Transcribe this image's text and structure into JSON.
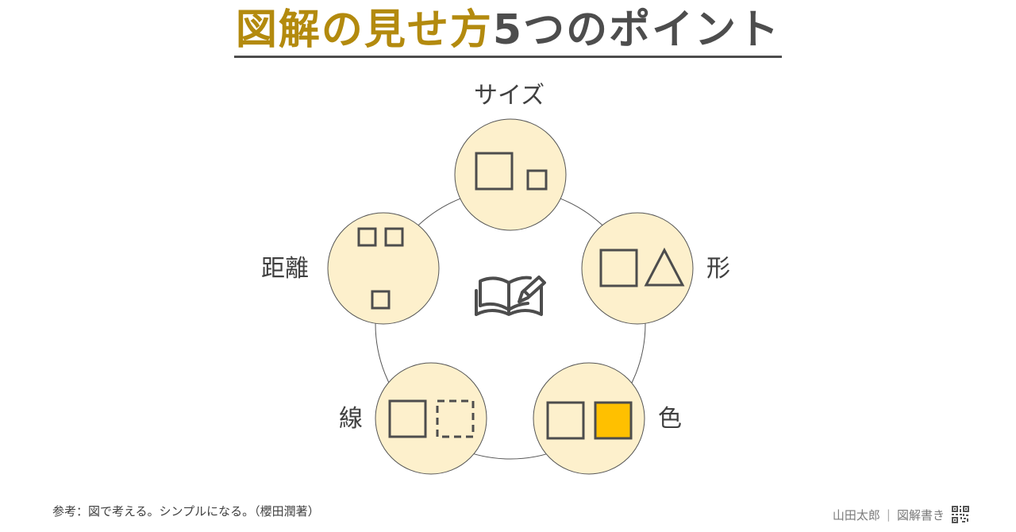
{
  "title": {
    "highlight": "図解の見せ方",
    "rest": "5つのポイント"
  },
  "nodes": [
    {
      "label": "サイズ"
    },
    {
      "label": "形"
    },
    {
      "label": "色"
    },
    {
      "label": "線"
    },
    {
      "label": "距離"
    }
  ],
  "center_icon": "book-pen-icon",
  "colors": {
    "accent": "#b38a0e",
    "circle_fill": "#fdf0cc",
    "filled_square": "#ffc000",
    "text": "#404040"
  },
  "footer": {
    "reference": "参考：図で考える。シンプルになる。（櫻田潤著）",
    "author": "山田太郎",
    "separator": "|",
    "brand": "図解書き"
  }
}
